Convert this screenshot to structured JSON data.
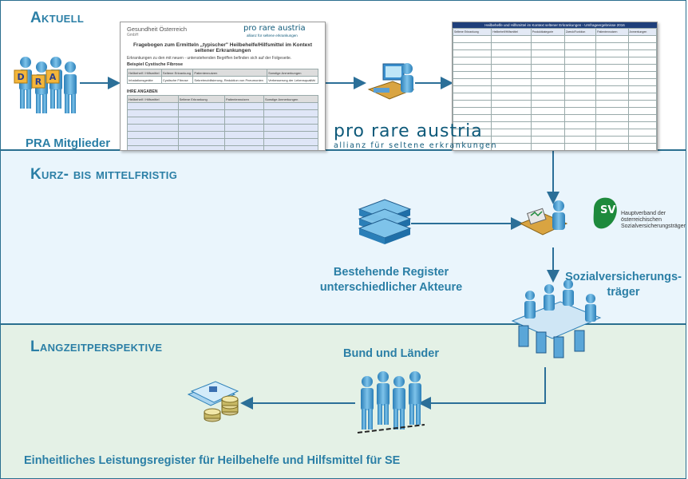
{
  "bands": {
    "aktuell": "Aktuell",
    "kurz": "Kurz- bis mittelfristig",
    "lang": "Langzeitperspektive"
  },
  "labels": {
    "pra_mitglieder": "PRA Mitglieder",
    "register_line1": "Bestehende Register",
    "register_line2": "unterschiedlicher Akteure",
    "sv_line1": "Sozialversicherungs-",
    "sv_line2": "träger",
    "bund": "Bund und Länder",
    "einheitlich": "Einheitliches Leistungsregister für Heilbehelfe und Hilfsmittel für SE"
  },
  "questionnaire": {
    "header_left": "Gesundheit Österreich",
    "header_left_sub": "GmbH",
    "logo_name": "pro rare austria",
    "logo_tag": "allianz für seltene erkrankungen",
    "title_line1": "Fragebogen zum Ermitteln „typischer\" Heilbehelfe/Hilfsmittel im Kontext seltener Erkrankungen",
    "intro": "Erkrankungen zu den mit neuen - untenstehenden Begriffen befinden sich auf der Folgeseite.",
    "example_heading": "Beispiel Cystische Fibrose",
    "your_data": "IHRE ANGABEN",
    "col1": "Heilbehelf / Hilfsmittel",
    "col2": "Seltene Erkrankung",
    "col3": "Patientennutzen",
    "col4": "Sonstige Anmerkungen",
    "example_c1": "Inhalationsgeräte",
    "example_c2": "Cystische Fibrose",
    "example_c3": "Sekretmobilisierung, Reduktion von Pneumonien",
    "example_c4": "Verbesserung der Lebensqualität"
  },
  "logo": {
    "name": "pro rare austria",
    "tag": "allianz für seltene erkrankungen"
  },
  "sv_logo": {
    "mark": "SV",
    "line1": "Hauptverband der",
    "line2": "österreichischen",
    "line3": "Sozialversicherungsträger"
  },
  "table_doc": {
    "title": "Heilbehelfe und Hilfsmittel im Kontext seltener Erkrankungen - Umfrageergebnisse 2016",
    "headers": [
      "Seltene Erkrankung",
      "Heilbehelf/Hilfsmittel",
      "Produktkategorie",
      "Zweck/Funktion",
      "Patientennutzen",
      "Anmerkungen"
    ]
  },
  "colors": {
    "accent": "#2b7fa6",
    "band_border": "#2a6f8f",
    "band2_bg": "#eaf5fc",
    "band3_bg": "#e4f1e6",
    "sv_green": "#1e8a3c"
  }
}
